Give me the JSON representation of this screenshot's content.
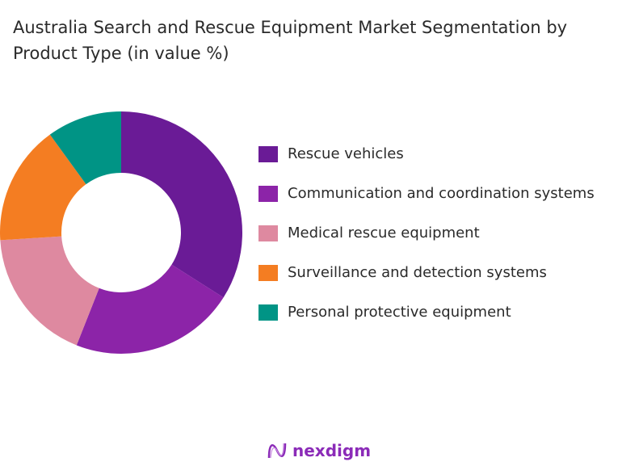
{
  "chart_data": {
    "type": "pie",
    "donut": true,
    "title": "Australia Search and Rescue Equipment Market Segmentation by Product Type (in value %)",
    "categories": [
      "Rescue vehicles",
      "Communication and coordination systems",
      "Medical rescue equipment",
      "Surveillance and detection systems",
      "Personal protective equipment"
    ],
    "values": [
      34,
      22,
      18,
      16,
      10
    ],
    "colors": [
      "#6a1b96",
      "#8c24a8",
      "#de89a0",
      "#f47d22",
      "#009485"
    ],
    "legend_position": "right"
  },
  "logo": {
    "text": "nexdigm"
  }
}
